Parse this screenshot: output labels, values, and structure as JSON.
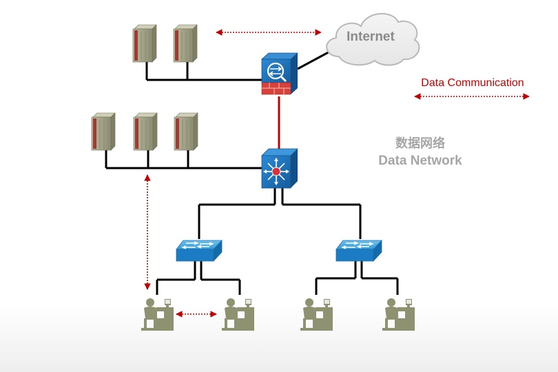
{
  "labels": {
    "internet": "Internet",
    "legend": "Data Communication",
    "title_cn": "数据网络",
    "title_en": "Data Network"
  },
  "icons": {
    "top_servers": [
      "server-icon",
      "server-icon"
    ],
    "middle_servers": [
      "server-icon",
      "server-icon",
      "server-icon"
    ],
    "cloud": "internet-cloud-icon",
    "firewall": "firewall-router-icon",
    "core_switch": "core-switch-icon",
    "access_switches": [
      "switch-icon",
      "switch-icon"
    ],
    "workstations": [
      "workstation-icon",
      "workstation-icon",
      "workstation-icon",
      "workstation-icon"
    ]
  },
  "colors": {
    "link": "#000000",
    "uplink": "#c00000",
    "communication_arrow": "#c00000",
    "device_blue": "#1b6fb8",
    "server_body": "#a8a88e",
    "workstation": "#8e9270"
  }
}
